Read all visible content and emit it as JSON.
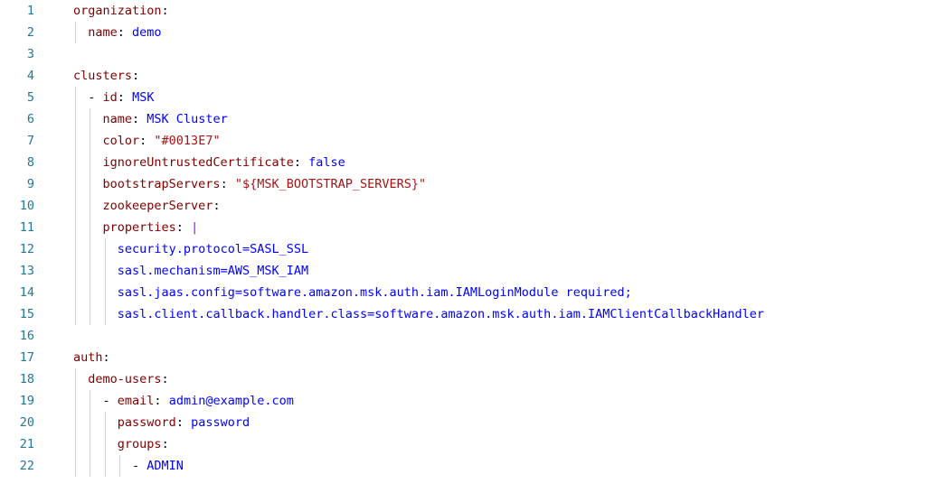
{
  "editor": {
    "language": "yaml",
    "colors": {
      "key": "#800000",
      "value": "#0000ff",
      "string": "#a31515",
      "line_number": "#237893",
      "block_indicator": "#af00db",
      "indent_guide": "#d3d3d3"
    },
    "lines": [
      {
        "n": "1",
        "indent": 0,
        "key": "organization",
        "colon": ":",
        "value": ""
      },
      {
        "n": "2",
        "indent": 2,
        "key": "name",
        "colon": ": ",
        "value": "demo"
      },
      {
        "n": "3",
        "indent": 0,
        "key": "",
        "colon": "",
        "value": ""
      },
      {
        "n": "4",
        "indent": 0,
        "key": "clusters",
        "colon": ":",
        "value": ""
      },
      {
        "n": "5",
        "indent": 2,
        "dash": "- ",
        "key": "id",
        "colon": ": ",
        "value": "MSK"
      },
      {
        "n": "6",
        "indent": 4,
        "key": "name",
        "colon": ": ",
        "value": "MSK Cluster"
      },
      {
        "n": "7",
        "indent": 4,
        "key": "color",
        "colon": ": ",
        "string": "\"#0013E7\""
      },
      {
        "n": "8",
        "indent": 4,
        "key": "ignoreUntrustedCertificate",
        "colon": ": ",
        "value": "false"
      },
      {
        "n": "9",
        "indent": 4,
        "key": "bootstrapServers",
        "colon": ": ",
        "string": "\"${MSK_BOOTSTRAP_SERVERS}\""
      },
      {
        "n": "10",
        "indent": 4,
        "key": "zookeeperServer",
        "colon": ":",
        "value": ""
      },
      {
        "n": "11",
        "indent": 4,
        "key": "properties",
        "colon": ": ",
        "block": "|"
      },
      {
        "n": "12",
        "indent": 6,
        "plain": "security.protocol=SASL_SSL"
      },
      {
        "n": "13",
        "indent": 6,
        "plain": "sasl.mechanism=AWS_MSK_IAM"
      },
      {
        "n": "14",
        "indent": 6,
        "plain": "sasl.jaas.config=software.amazon.msk.auth.iam.IAMLoginModule required;"
      },
      {
        "n": "15",
        "indent": 6,
        "plain": "sasl.client.callback.handler.class=software.amazon.msk.auth.iam.IAMClientCallbackHandler"
      },
      {
        "n": "16",
        "indent": 0,
        "key": "",
        "colon": "",
        "value": ""
      },
      {
        "n": "17",
        "indent": 0,
        "key": "auth",
        "colon": ":",
        "value": ""
      },
      {
        "n": "18",
        "indent": 2,
        "key": "demo-users",
        "colon": ":",
        "value": ""
      },
      {
        "n": "19",
        "indent": 4,
        "dash": "- ",
        "key": "email",
        "colon": ": ",
        "value": "admin@example.com"
      },
      {
        "n": "20",
        "indent": 6,
        "key": "password",
        "colon": ": ",
        "value": "password"
      },
      {
        "n": "21",
        "indent": 6,
        "key": "groups",
        "colon": ":",
        "value": ""
      },
      {
        "n": "22",
        "indent": 8,
        "dash": "- ",
        "value": "ADMIN"
      }
    ]
  }
}
